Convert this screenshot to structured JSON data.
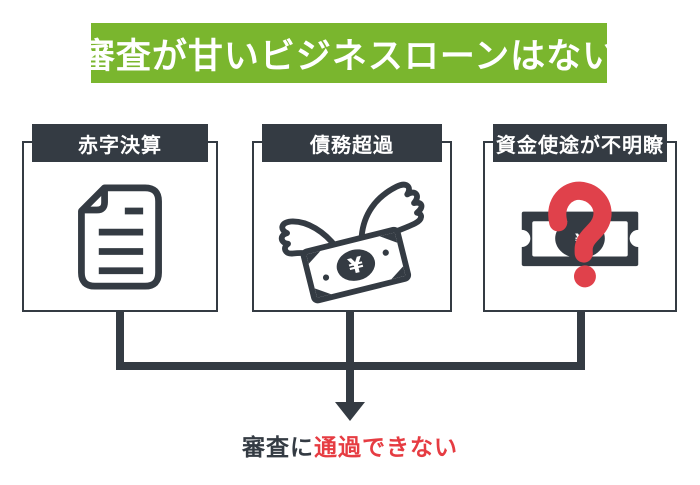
{
  "banner": {
    "title": "審査が甘いビジネスローンはない"
  },
  "boxes": [
    {
      "label": "赤字決算",
      "icon": "document-icon"
    },
    {
      "label": "債務超過",
      "icon": "winged-money-icon"
    },
    {
      "label": "資金使途が不明瞭",
      "icon": "money-question-icon"
    }
  ],
  "icons": {
    "yen_symbol": "¥"
  },
  "conclusion": {
    "prefix": "審査に",
    "highlight": "通過できない"
  },
  "colors": {
    "green": "#7ab62e",
    "dark": "#343b43",
    "red": "#e63c42"
  }
}
